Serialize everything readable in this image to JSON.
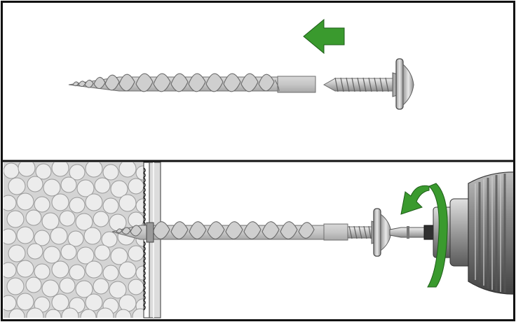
{
  "illustration": {
    "panels": [
      {
        "id": "step-insert-screw",
        "arrow_direction": "left",
        "arrow_color": "#3a9a2e"
      },
      {
        "id": "step-drive-screw",
        "arrow_direction": "counterclockwise",
        "arrow_color": "#3a9a2e"
      }
    ],
    "colors": {
      "frame": "#111111",
      "background": "#ffffff",
      "anchor_metal": "#c9c9c9",
      "anchor_edge": "#6e6e6e",
      "insulation_bead": "#e6e6e6",
      "drill_body": "#7a7a7a"
    },
    "icons": [
      "arrow-left-icon",
      "rotation-arrow-icon"
    ]
  }
}
